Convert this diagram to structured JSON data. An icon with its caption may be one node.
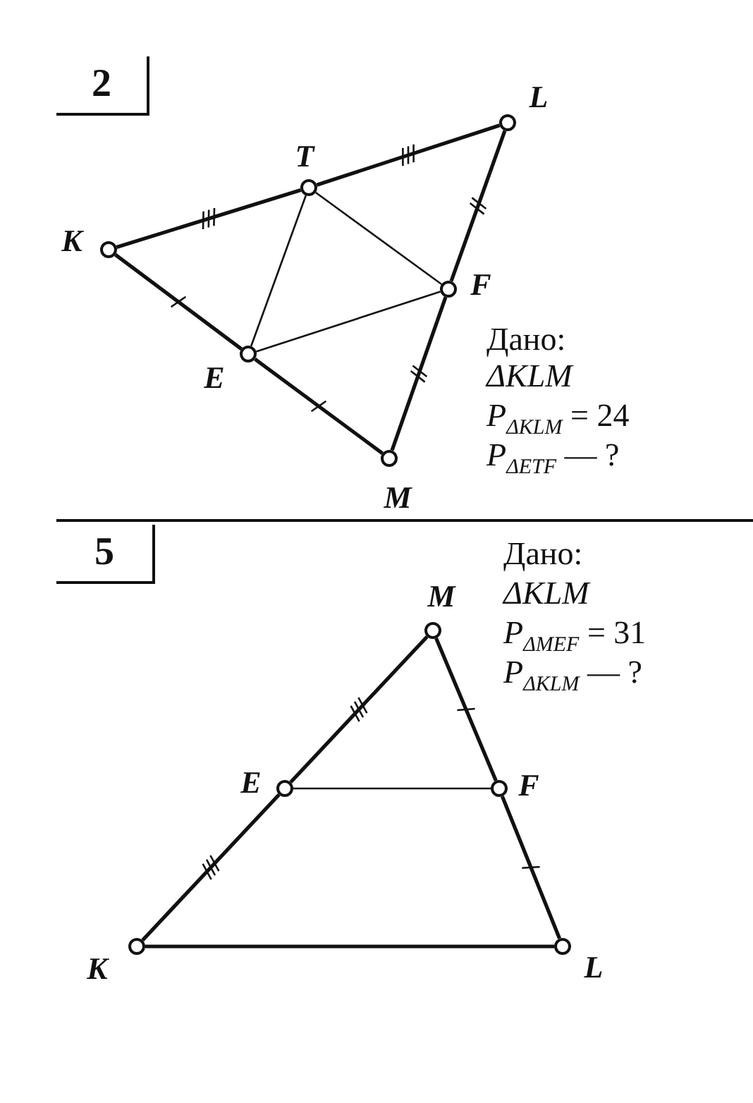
{
  "diagram": {
    "nodes": [
      {
        "text": [
          "2"
        ]
      },
      {
        "text": [],
        "shape": "circle",
        "beside": [
          "K"
        ]
      },
      {
        "text": [],
        "shape": "circle",
        "beside": [
          "T"
        ]
      },
      {
        "text": [],
        "shape": "circle",
        "beside": [
          "L"
        ]
      },
      {
        "text": [],
        "shape": "circle",
        "beside": [
          "F"
        ]
      },
      {
        "text": [],
        "shape": "circle",
        "beside": [
          "M"
        ]
      },
      {
        "text": [],
        "shape": "circle",
        "beside": [
          "E"
        ]
      },
      {
        "text": [
          "5"
        ]
      },
      {
        "text": [],
        "shape": "circle",
        "beside": [
          "M"
        ]
      },
      {
        "text": [],
        "shape": "circle",
        "beside": [
          "E"
        ]
      },
      {
        "text": [],
        "shape": "circle",
        "beside": [
          "F"
        ]
      },
      {
        "text": [],
        "shape": "circle",
        "beside": [
          "K"
        ]
      },
      {
        "text": [],
        "shape": "circle",
        "beside": [
          "L"
        ]
      }
    ],
    "edges": [
      {
        "from": 1,
        "to": 2,
        "arrow": "none"
      },
      {
        "from": 2,
        "to": 3,
        "arrow": "none"
      },
      {
        "from": 3,
        "to": 4,
        "arrow": "none"
      },
      {
        "from": 4,
        "to": 5,
        "arrow": "none"
      },
      {
        "from": 5,
        "to": 6,
        "arrow": "none"
      },
      {
        "from": 6,
        "to": 1,
        "arrow": "none"
      },
      {
        "from": 2,
        "to": 4,
        "arrow": "none"
      },
      {
        "from": 4,
        "to": 6,
        "arrow": "none"
      },
      {
        "from": 6,
        "to": 2,
        "arrow": "none"
      },
      {
        "from": 8,
        "to": 9,
        "arrow": "none"
      },
      {
        "from": 9,
        "to": 11,
        "arrow": "none"
      },
      {
        "from": 8,
        "to": 10,
        "arrow": "none"
      },
      {
        "from": 10,
        "to": 12,
        "arrow": "none"
      },
      {
        "from": 11,
        "to": 12,
        "arrow": "none"
      },
      {
        "from": 9,
        "to": 10,
        "arrow": "none"
      }
    ],
    "labels": [
      "Дано:",
      "ΔKLM",
      "*P*$_{ΔKLM}$ = 24",
      "*P*$_{ΔETF}$ — ?",
      "Дано:",
      "ΔKLM",
      "*P*$_{ΔMEF}$ = 31",
      "*P*$_{ΔKLM}$ — ?"
    ]
  }
}
